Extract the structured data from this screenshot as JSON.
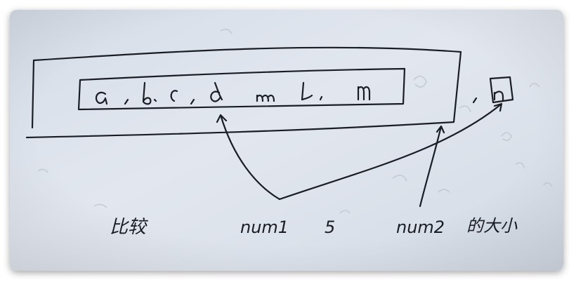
{
  "photo": {
    "paper_color": "#dfe5ee",
    "paper_shade": "#cbd2dc",
    "ink_color": "#1a1d24"
  },
  "sequence_letters": [
    "a",
    "b",
    "c",
    "d",
    "...",
    "l",
    "m",
    "n"
  ],
  "annotations": {
    "compare_label": "比较",
    "num1_label": "num1",
    "num1_value": "5",
    "num2_label": "num2",
    "size_label": "的大小"
  }
}
